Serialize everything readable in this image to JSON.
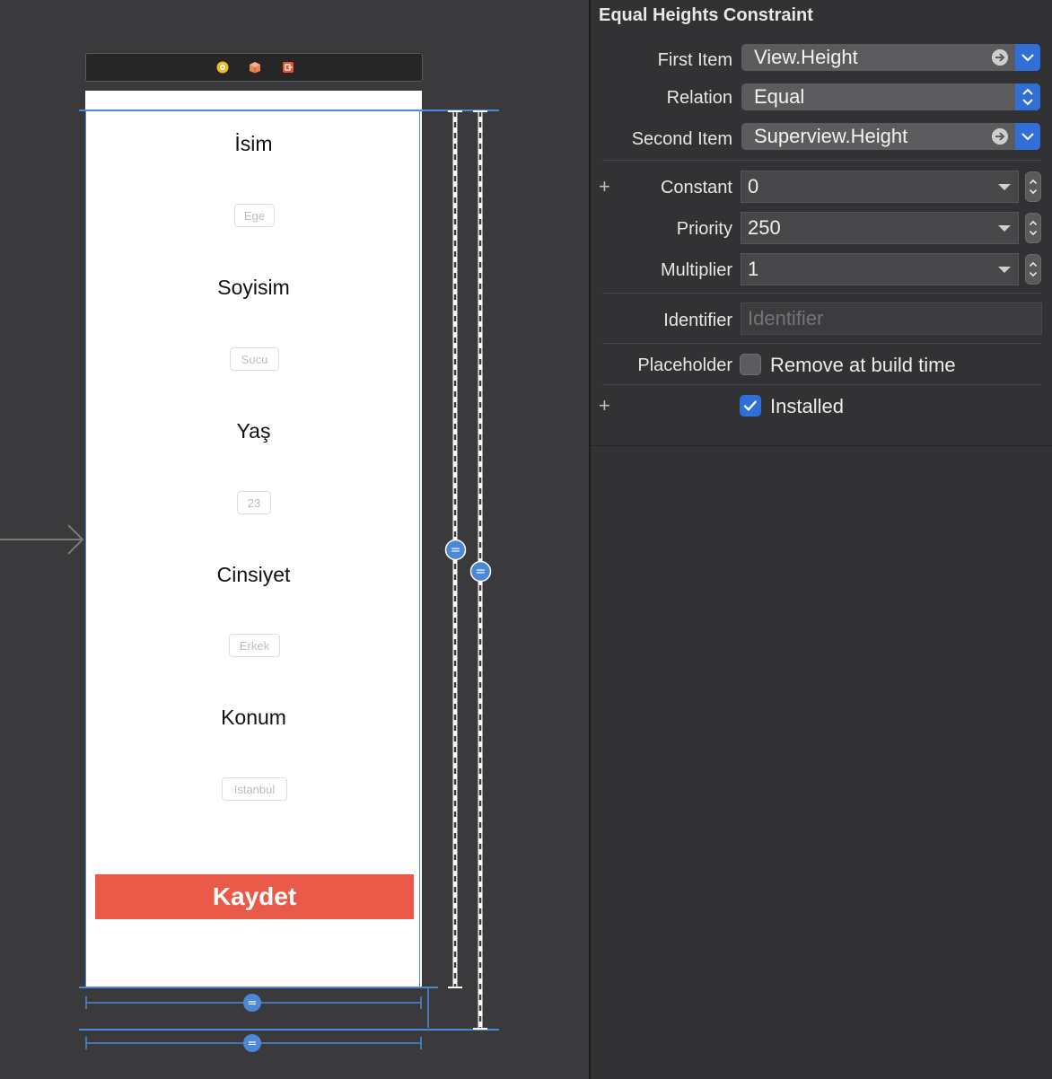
{
  "canvas": {
    "fields": [
      {
        "label": "İsim",
        "value": "Ege"
      },
      {
        "label": "Soyisim",
        "value": "Sucu"
      },
      {
        "label": "Yaş",
        "value": "23"
      },
      {
        "label": "Cinsiyet",
        "value": "Erkek"
      },
      {
        "label": "Konum",
        "value": "Istanbul"
      }
    ],
    "save_button": "Kaydet",
    "equal_symbol": "="
  },
  "inspector": {
    "title": "Equal Heights Constraint",
    "first_item": {
      "label": "First Item",
      "value": "View.Height"
    },
    "relation": {
      "label": "Relation",
      "value": "Equal"
    },
    "second_item": {
      "label": "Second Item",
      "value": "Superview.Height"
    },
    "constant": {
      "label": "Constant",
      "value": "0"
    },
    "priority": {
      "label": "Priority",
      "value": "250"
    },
    "multiplier": {
      "label": "Multiplier",
      "value": "1"
    },
    "identifier": {
      "label": "Identifier",
      "placeholder": "Identifier"
    },
    "placeholder": {
      "label": "Placeholder",
      "checkbox_label": "Remove at build time",
      "checked": false
    },
    "installed": {
      "checkbox_label": "Installed",
      "checked": true
    },
    "plus_symbol": "+"
  },
  "colors": {
    "accent_blue": "#2f6fd7",
    "constraint_blue": "#4c88d6",
    "save_button_red": "#ea5a48"
  }
}
